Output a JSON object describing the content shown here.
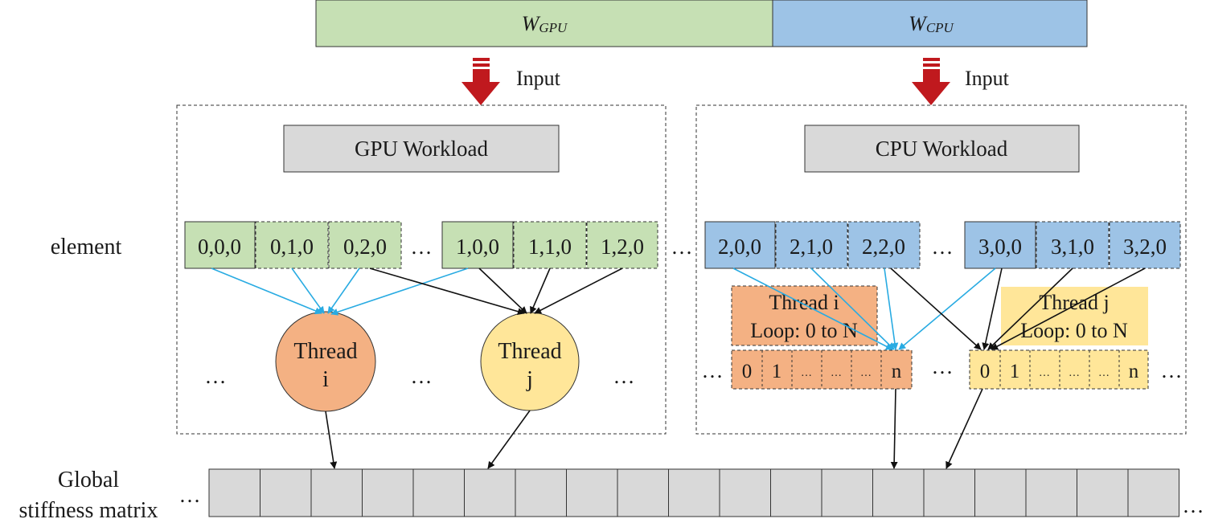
{
  "workload_bar": {
    "gpu": {
      "main": "W",
      "sub": "GPU"
    },
    "cpu": {
      "main": "W",
      "sub": "CPU"
    }
  },
  "input_label": "Input",
  "gpu_panel": {
    "title": "GPU Workload",
    "cells_a": [
      "0,0,0",
      "0,1,0",
      "0,2,0"
    ],
    "cells_b": [
      "1,0,0",
      "1,1,0",
      "1,2,0"
    ],
    "thread_i": {
      "line1": "Thread",
      "line2": "i"
    },
    "thread_j": {
      "line1": "Thread",
      "line2": "j"
    }
  },
  "cpu_panel": {
    "title": "CPU Workload",
    "cells_a": [
      "2,0,0",
      "2,1,0",
      "2,2,0"
    ],
    "cells_b": [
      "3,0,0",
      "3,1,0",
      "3,2,0"
    ],
    "thread_i": {
      "line1": "Thread i",
      "line2": "Loop: 0 to N"
    },
    "thread_j": {
      "line1": "Thread j",
      "line2": "Loop: 0 to N"
    },
    "loop_cells": [
      "0",
      "1",
      "…",
      "…",
      "…",
      "n"
    ]
  },
  "ellipsis": "…",
  "element_label": "element",
  "global_label": {
    "line1": "Global",
    "line2": "stiffness matrix"
  },
  "colors": {
    "gpu_green": "#c6e0b4",
    "cpu_blue": "#9dc3e6",
    "thread_orange": "#f4b183",
    "thread_yellow": "#ffe699",
    "workload_gray": "#d9d9d9",
    "matrix_gray": "#d9d9d9",
    "arrow_red": "#c0191e",
    "arrow_blue": "#29abe2"
  }
}
